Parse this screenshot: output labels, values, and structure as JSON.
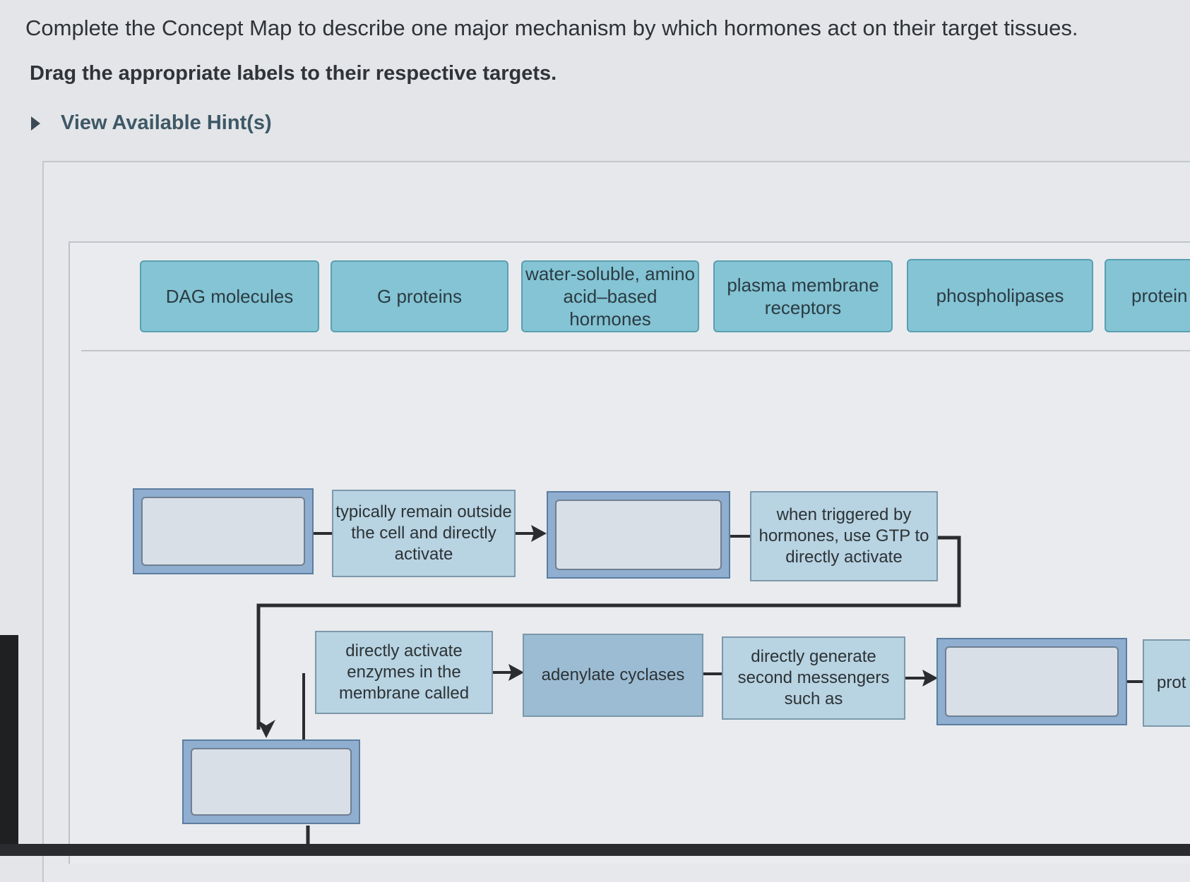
{
  "header": {
    "title": "Complete the Concept Map to describe one major mechanism by which hormones act on their target tissues.",
    "instruction": "Drag the appropriate labels to their respective targets.",
    "hint_link": "View Available Hint(s)"
  },
  "labels": [
    "DAG molecules",
    "G proteins",
    "water-soluble, amino acid–based hormones",
    "plasma membrane receptors",
    "phospholipases",
    "protein"
  ],
  "map": {
    "row1_text_a": "typically remain outside the cell and directly activate",
    "row1_text_b": "when triggered by hormones, use GTP to directly activate",
    "row2_text_a": "directly activate enzymes in the membrane called",
    "row2_node": "adenylate cyclases",
    "row2_text_b": "directly generate second messengers such as",
    "row2_cut": "prot"
  },
  "colors": {
    "label_fill": "#84c4d4",
    "node_fill": "#b8d3e2",
    "target_fill": "#8faed0"
  }
}
